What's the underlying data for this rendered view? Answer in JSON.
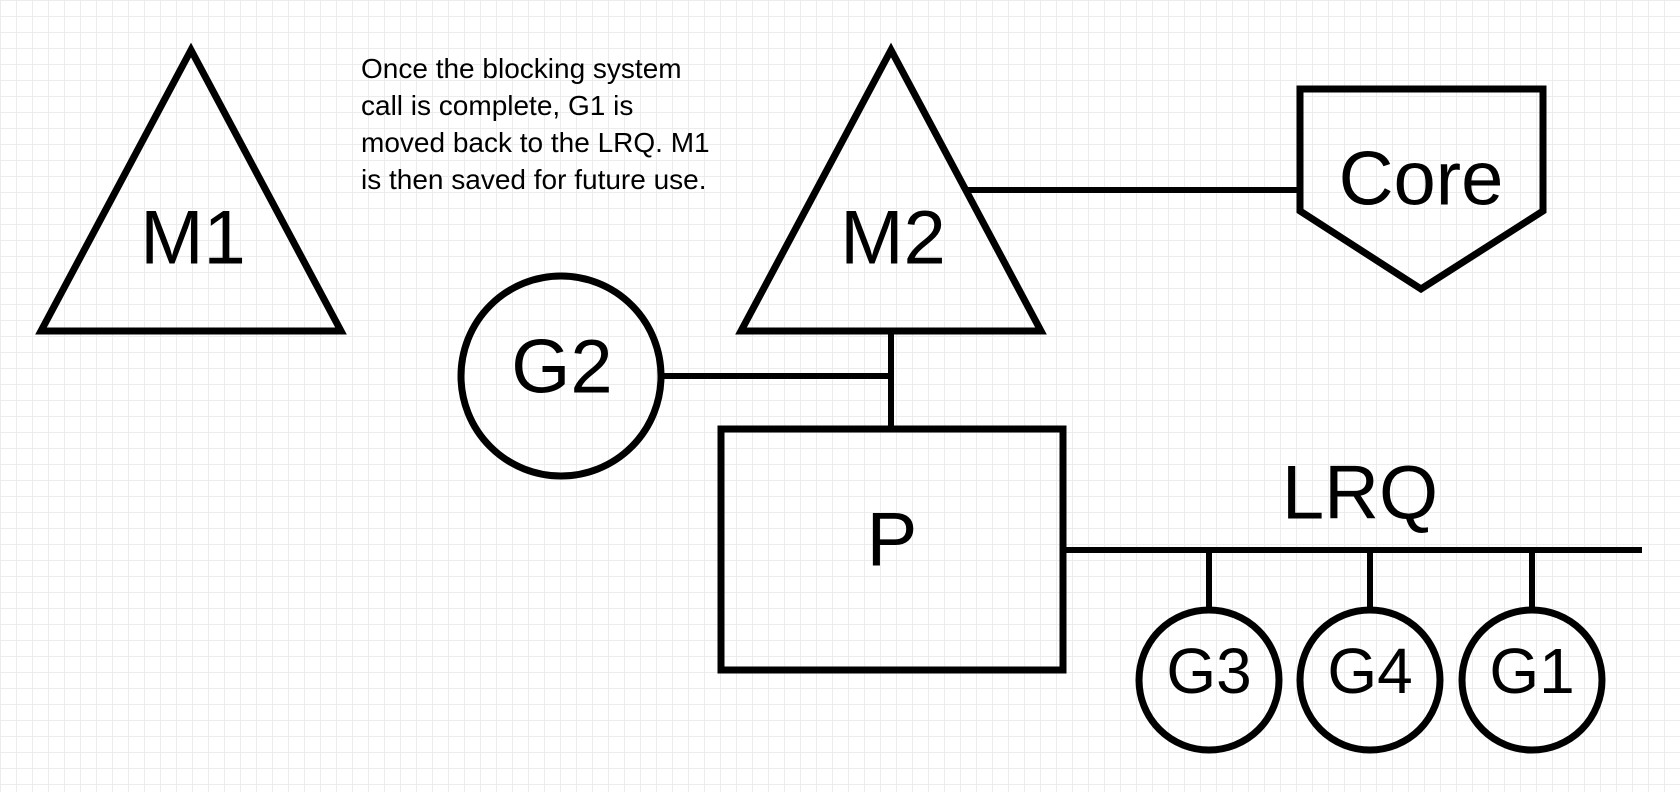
{
  "diagram": {
    "note_lines": [
      "Once the blocking system",
      "call is complete, G1 is",
      "moved back to the LRQ. M1",
      "is then saved for future use."
    ],
    "nodes": {
      "m1": "M1",
      "m2": "M2",
      "core": "Core",
      "g2": "G2",
      "p": "P",
      "lrq": "LRQ",
      "g3": "G3",
      "g4": "G4",
      "g1": "G1"
    }
  }
}
